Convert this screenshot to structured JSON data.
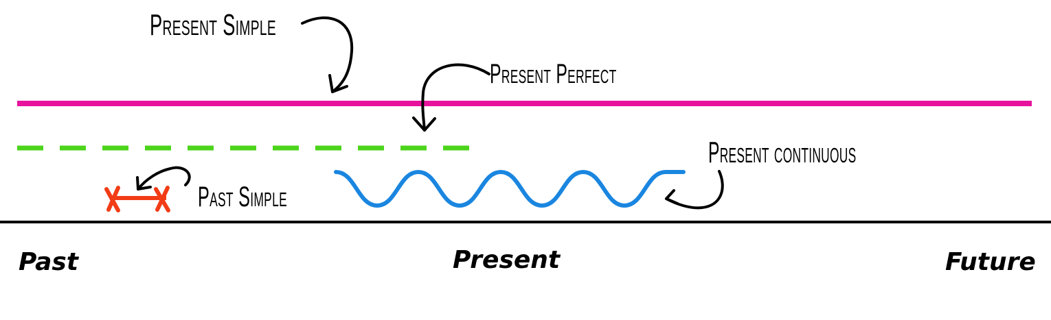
{
  "diagram": {
    "labels": {
      "present_simple": "Present Simple",
      "present_perfect": "Present Perfect",
      "present_continuous": "Present continuous",
      "past_simple": "Past Simple"
    },
    "axis": {
      "past": "Past",
      "present": "Present",
      "future": "Future"
    },
    "colors": {
      "present_simple": "#e8139c",
      "present_perfect": "#4cd41b",
      "present_continuous": "#1a86e0",
      "past_simple": "#f23c16",
      "axis": "#000000",
      "annotation": "#000000"
    }
  }
}
